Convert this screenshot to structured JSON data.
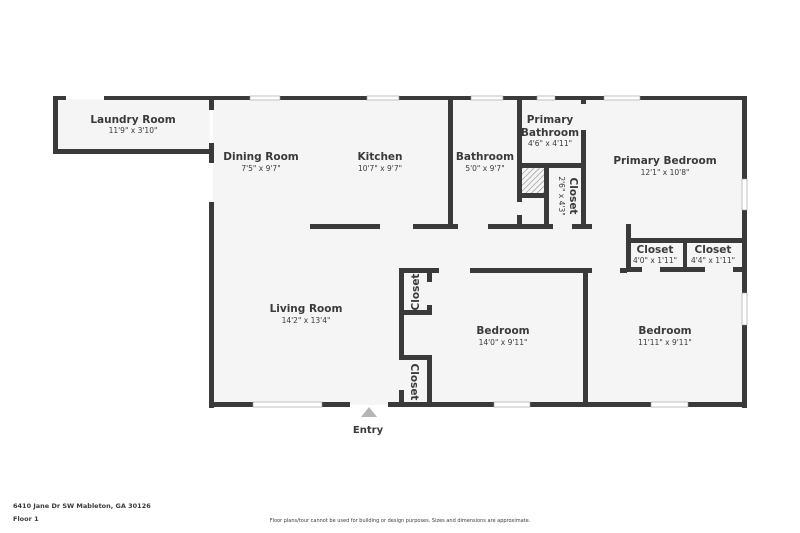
{
  "floorplan": {
    "rooms": [
      {
        "name": "Laundry Room",
        "dims": "11'9\" x 3'10\""
      },
      {
        "name": "Dining Room",
        "dims": "7'5\" x 9'7\""
      },
      {
        "name": "Kitchen",
        "dims": "10'7\" x 9'7\""
      },
      {
        "name": "Bathroom",
        "dims": "5'0\" x 9'7\""
      },
      {
        "name": "Primary",
        "name2": "Bathroom",
        "dims": "4'6\" x 4'11\""
      },
      {
        "name": "Closet",
        "dims": "2'6\" x 4'3\""
      },
      {
        "name": "Primary Bedroom",
        "dims": "12'1\" x 10'8\""
      },
      {
        "name": "Closet",
        "dims": "4'0\" x 1'11\""
      },
      {
        "name": "Closet",
        "dims": "4'4\" x 1'11\""
      },
      {
        "name": "Living Room",
        "dims": "14'2\" x 13'4\""
      },
      {
        "name": "Closet"
      },
      {
        "name": "Bedroom",
        "dims": "14'0\" x 9'11\""
      },
      {
        "name": "Closet"
      },
      {
        "name": "Bedroom",
        "dims": "11'11\" x 9'11\""
      }
    ],
    "entry_label": "Entry",
    "colors": {
      "wall": "#3a3a3a",
      "floor": "#f5f5f5",
      "entry_marker": "#b5b5b5",
      "window": "#ffffff"
    }
  },
  "footer": {
    "address": "6410 Jane Dr SW Mableton, GA 30126",
    "floor": "Floor 1",
    "disclaimer": "Floor plans/tour cannot be used for building or design purposes. Sizes and dimensions are approximate."
  }
}
